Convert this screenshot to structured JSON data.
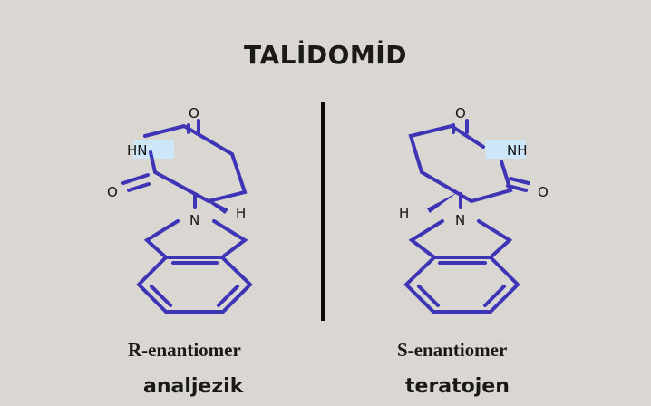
{
  "title": "TALİDOMİD",
  "colors": {
    "background": "#dad6d2",
    "bond": "#3d35b5",
    "highlight": "#cde6f8",
    "text": "#1a1816",
    "divider": "#0a0a0a"
  },
  "left": {
    "enantiomer": "R-enantiomer",
    "effect": "analjezik",
    "atoms": {
      "o_top": "O",
      "nh": "HN",
      "o_left": "O",
      "n": "N",
      "h": "H"
    }
  },
  "right": {
    "enantiomer": "S-enantiomer",
    "effect": "teratojen",
    "atoms": {
      "o_top": "O",
      "nh": "NH",
      "o_right": "O",
      "n": "N",
      "h": "H"
    }
  }
}
